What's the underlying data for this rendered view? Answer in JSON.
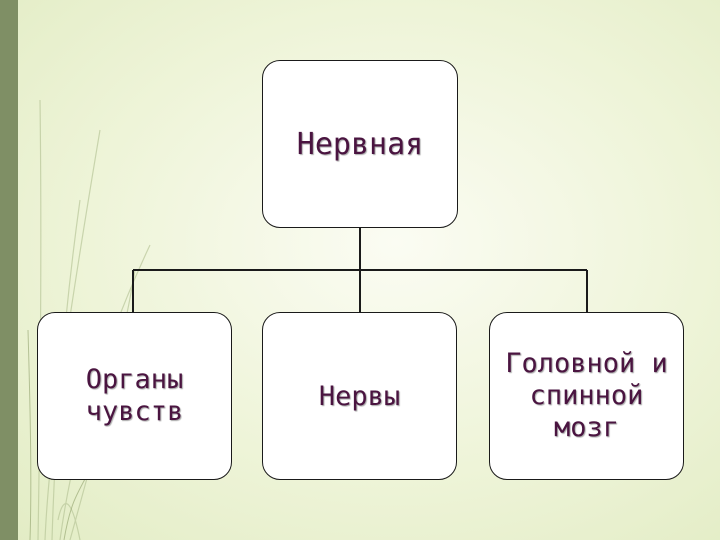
{
  "diagram": {
    "root": "Нервная",
    "children": [
      {
        "lines": [
          "Органы",
          "чувств"
        ]
      },
      {
        "lines": [
          "Нервы"
        ]
      },
      {
        "lines": [
          "Головной и",
          "спинной",
          "мозг"
        ]
      }
    ]
  },
  "colors": {
    "text": "#4a1440",
    "box_fill": "#ffffff",
    "box_border": "#1a1a1a",
    "side_bar": "#7f8f65"
  }
}
